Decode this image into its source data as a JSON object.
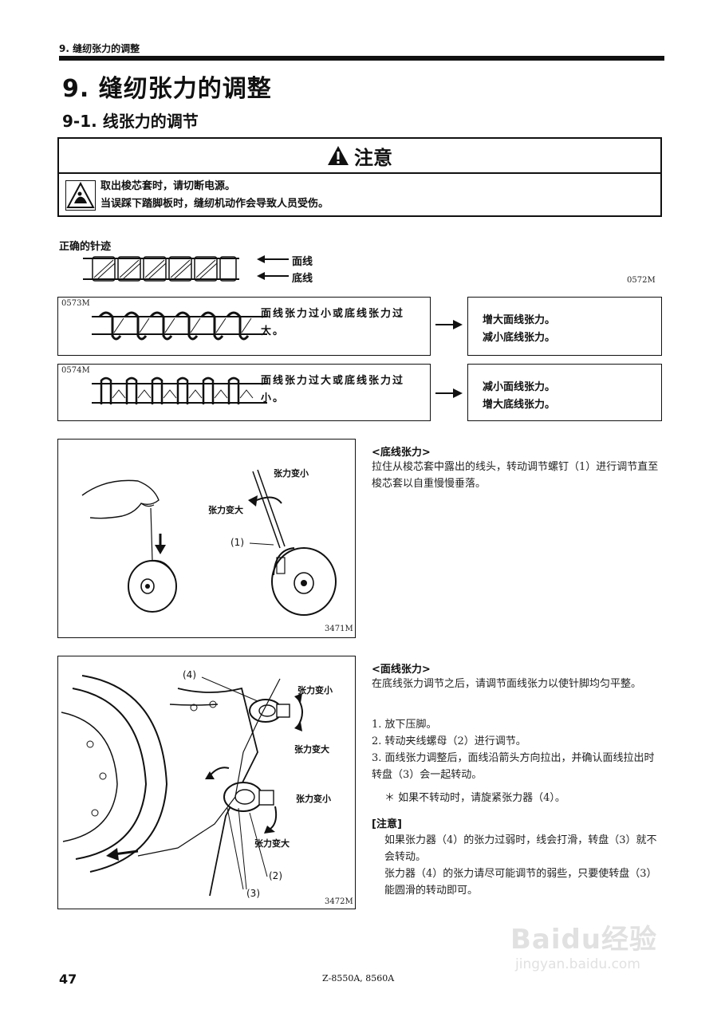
{
  "header": {
    "running_head": "9. 缝纫张力的调整",
    "title": "9. 缝纫张力的调整",
    "subtitle": "9-1. 线张力的调节"
  },
  "caution": {
    "title": "注意",
    "line1": "取出梭芯套时，请切断电源。",
    "line2": "当误踩下踏脚板时，缝纫机动作会导致人员受伤。"
  },
  "stitch_section": {
    "label": "正确的针迹",
    "upper_thread": "面线",
    "lower_thread": "底线",
    "fig_code": "0572M",
    "cases": [
      {
        "fig_code": "0573M",
        "text": "面线张力过小或底线张力过大。",
        "result_line1": "增大面线张力。",
        "result_line2": "减小底线张力。"
      },
      {
        "fig_code": "0574M",
        "text": "面线张力过大或底线张力过小。",
        "result_line1": "减小面线张力。",
        "result_line2": "增大底线张力。"
      }
    ]
  },
  "bobbin_section": {
    "heading": "<底线张力>",
    "body": "拉住从梭芯套中露出的线头，转动调节螺钉（1）进行调节直至梭芯套以自重慢慢垂落。",
    "fig_code": "3471M",
    "label_decrease": "张力变小",
    "label_increase": "张力变大",
    "marker_1": "(1)"
  },
  "upper_section": {
    "heading": "<面线张力>",
    "intro": "在底线张力调节之后，请调节面线张力以使针脚均匀平整。",
    "steps": [
      "1. 放下压脚。",
      "2. 转动夹线螺母（2）进行调节。",
      "3. 面线张力调整后，面线沿箭头方向拉出，并确认面线拉出时转盘（3）会一起转动。"
    ],
    "note_star": "＊ 如果不转动时，请旋紧张力器（4）。",
    "note_heading": "[注意]",
    "note_p1": "如果张力器（4）的张力过弱时，线会打滑，转盘（3）就不会转动。",
    "note_p2": "张力器（4）的张力请尽可能调节的弱些，只要使转盘（3）能圆滑的转动即可。",
    "fig_code": "3472M",
    "label_decrease": "张力变小",
    "label_increase": "张力变大",
    "marker_2": "(2)",
    "marker_3": "(3)",
    "marker_4": "(4)"
  },
  "footer": {
    "page_number": "47",
    "model": "Z-8550A, 8560A"
  },
  "watermark": {
    "brand": "Baidu经验",
    "url": "jingyan.baidu.com"
  },
  "colors": {
    "ink": "#111111",
    "watermark": "#e1e1e1"
  }
}
